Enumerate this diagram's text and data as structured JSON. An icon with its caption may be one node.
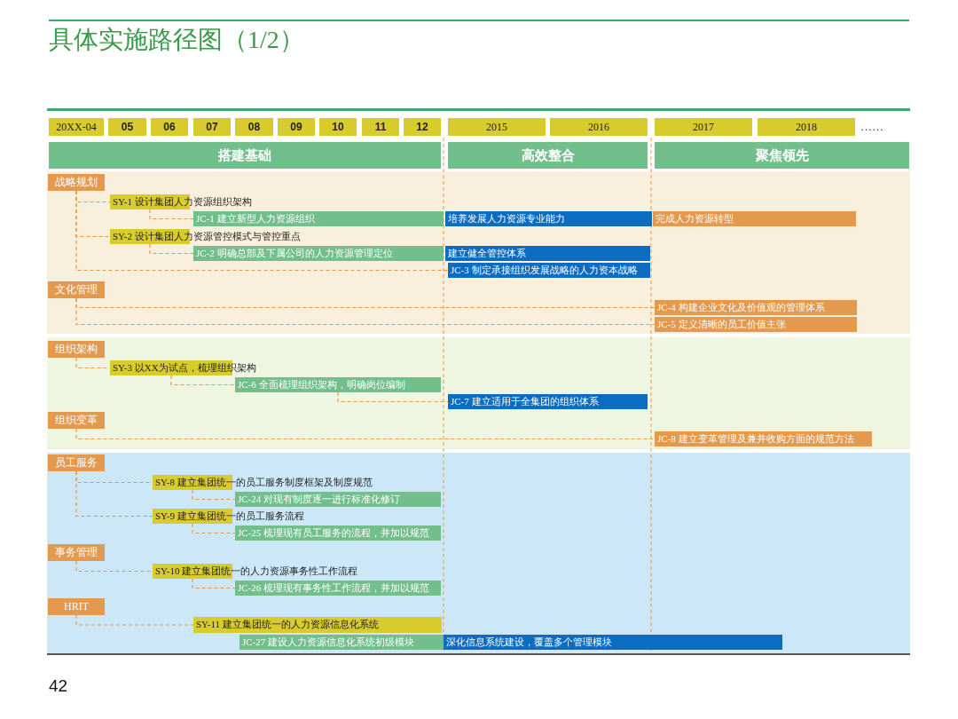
{
  "diagram": {
    "title": "具体实施路径图（1/2）",
    "nodes": [
      {
        "text": [
          "20XX-04"
        ]
      },
      {
        "text": [
          "05"
        ]
      },
      {
        "text": [
          "06"
        ]
      },
      {
        "text": [
          "07"
        ]
      },
      {
        "text": [
          "08"
        ]
      },
      {
        "text": [
          "09"
        ]
      },
      {
        "text": [
          "10"
        ]
      },
      {
        "text": [
          "11"
        ]
      },
      {
        "text": [
          "12"
        ]
      },
      {
        "text": [
          "2015"
        ]
      },
      {
        "text": [
          "2016"
        ]
      },
      {
        "text": [
          "2017"
        ]
      },
      {
        "text": [
          "2018"
        ]
      },
      {
        "text": [
          "搭建基础"
        ]
      },
      {
        "text": [
          "高效整合"
        ]
      },
      {
        "text": [
          "聚焦领先"
        ]
      },
      {
        "text": [
          "战略规划"
        ]
      },
      {
        "text": [
          "SY-1 设计集团人力资源组织架构"
        ]
      },
      {
        "text": [
          "JC-1 建立新型人力资源组织"
        ]
      },
      {
        "text": [
          "培养发展人力资源专业能力"
        ]
      },
      {
        "text": [
          "完成人力资源转型"
        ]
      },
      {
        "text": [
          "SY-2 设计集团人力资源管控模式与管控重点"
        ]
      },
      {
        "text": [
          "JC-2 明确总部及下属公司的人力资源管理定位"
        ]
      },
      {
        "text": [
          "建立健全管控体系"
        ]
      },
      {
        "text": [
          "JC-3 制定承接组织发展战略的人力资本战略"
        ]
      },
      {
        "text": [
          "文化管理"
        ]
      },
      {
        "text": [
          "JC-4 构建企业文化及价值观的管理体系"
        ]
      },
      {
        "text": [
          "JC-5 定义清晰的员工价值主张"
        ]
      },
      {
        "text": [
          "组织架构"
        ]
      },
      {
        "text": [
          "SY-3 以XX为试点，梳理组织架构"
        ]
      },
      {
        "text": [
          "JC-6 全面梳理组织架构，明确岗位编制"
        ]
      },
      {
        "text": [
          "JC-7 建立适用于全集团的组织体系"
        ]
      },
      {
        "text": [
          "组织变革"
        ]
      },
      {
        "text": [
          "JC-8 建立变革管理及兼并收购方面的规范方法"
        ]
      },
      {
        "text": [
          "员工服务"
        ]
      },
      {
        "text": [
          "SY-8 建立集团统一的员工服务制度框架及制度规范"
        ]
      },
      {
        "text": [
          "JC-24 对现有制度逐一进行标准化修订"
        ]
      },
      {
        "text": [
          "SY-9 建立集团统一的员工服务流程"
        ]
      },
      {
        "text": [
          "JC-25 梳理现有员工服务的流程，并加以规范"
        ]
      },
      {
        "text": [
          "事务管理"
        ]
      },
      {
        "text": [
          "SY-10 建立集团统一的人力资源事务性工作流程"
        ]
      },
      {
        "text": [
          "JC-26 梳理现有事务性工作流程，并加以规范"
        ]
      },
      {
        "text": [
          "HRIT"
        ]
      },
      {
        "text": [
          "SY-11 建立集团统一的人力资源信息化系统"
        ]
      },
      {
        "text": [
          "JC-27 建设人力资源信息化系统初级模块"
        ]
      },
      {
        "text": [
          "深化信息系统建设，覆盖多个管理模块"
        ]
      }
    ],
    "edges": [
      {
        "from": 16,
        "to": 17,
        "arrow": "none",
        "style": "dashed"
      },
      {
        "from": 17,
        "to": 18,
        "arrow": "none",
        "style": "dashed"
      },
      {
        "from": 16,
        "to": 21,
        "arrow": "none",
        "style": "dashed"
      },
      {
        "from": 21,
        "to": 22,
        "arrow": "none",
        "style": "dashed"
      },
      {
        "from": 16,
        "to": 24,
        "arrow": "none",
        "style": "dashed"
      },
      {
        "from": 25,
        "to": 26,
        "arrow": "none",
        "style": "dashed"
      },
      {
        "from": 25,
        "to": 27,
        "arrow": "none",
        "style": "dashed"
      },
      {
        "from": 28,
        "to": 29,
        "arrow": "none",
        "style": "dashed"
      },
      {
        "from": 29,
        "to": 30,
        "arrow": "none",
        "style": "dashed"
      },
      {
        "from": 30,
        "to": 31,
        "arrow": "none",
        "style": "dashed"
      },
      {
        "from": 32,
        "to": 33,
        "arrow": "none",
        "style": "dashed"
      },
      {
        "from": 34,
        "to": 35,
        "arrow": "none",
        "style": "dashed"
      },
      {
        "from": 35,
        "to": 36,
        "arrow": "none",
        "style": "dashed"
      },
      {
        "from": 34,
        "to": 37,
        "arrow": "none",
        "style": "dashed"
      },
      {
        "from": 37,
        "to": 38,
        "arrow": "none",
        "style": "dashed"
      },
      {
        "from": 39,
        "to": 40,
        "arrow": "none",
        "style": "dashed"
      },
      {
        "from": 40,
        "to": 41,
        "arrow": "none",
        "style": "dashed"
      },
      {
        "from": 42,
        "to": 43,
        "arrow": "none",
        "style": "dashed"
      }
    ],
    "labels": [
      "……",
      "42"
    ]
  }
}
